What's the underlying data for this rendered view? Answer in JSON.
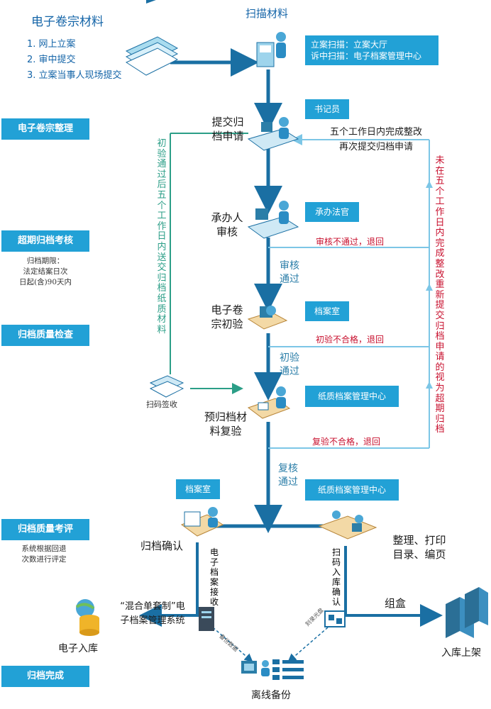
{
  "intro": {
    "title": "电子卷宗材料",
    "items": [
      "1. 网上立案",
      "2. 审中提交",
      "3. 立案当事人现场提交"
    ]
  },
  "scan": {
    "title": "扫描材料",
    "box_line1": "立案扫描：立案大厅",
    "box_line2": "诉中扫描：电子档案管理中心"
  },
  "stages": {
    "s1": "电子卷宗整理",
    "s2": "超期归档考核",
    "s2_note": [
      "归档期限：",
      "法定结案日次",
      "日起(含)90天内"
    ],
    "s3": "归档质量检查",
    "s4": "归档质量考评",
    "s4_note": [
      "系统根据回退",
      "次数进行评定"
    ],
    "s5": "归档完成"
  },
  "steps": {
    "submit": [
      "提交归",
      "档申请"
    ],
    "clerk": "书记员",
    "rework": [
      "五个工作日内完成整改",
      "再次提交归档申请"
    ],
    "judge_review": [
      "承办人",
      "审核"
    ],
    "judge": "承办法官",
    "review_fail": "审核不通过，退回",
    "review_pass": [
      "审核",
      "通过"
    ],
    "first_check": [
      "电子卷",
      "宗初验"
    ],
    "archive_room": "档案室",
    "first_fail": "初验不合格，退回",
    "first_pass": [
      "初验",
      "通过"
    ],
    "pre_archive": [
      "预归档材",
      "料复验"
    ],
    "paper_center": "纸质档案管理中心",
    "recheck_fail": "复验不合格，退回",
    "recheck_pass": [
      "复核",
      "通过"
    ],
    "confirm": "归档确认",
    "archive_room2": "档案室",
    "paper_center2": "纸质档案管理中心",
    "organize": [
      "整理、打印",
      "目录、编页"
    ]
  },
  "left_vertical": "初验通过后五个工作日内送交归档纸质材料",
  "scan_sign": "扫码签收",
  "right_vertical": "未在五个工作日内完成整改重新提交归档申请的视为超期归档",
  "bottom": {
    "system": [
      "“混合单套制”电",
      "子档案管理系统"
    ],
    "e_storage": "电子入库",
    "e_receive": "电子档案接收",
    "scan_confirm": "扫码入库确认",
    "boxing": "组盒",
    "shelf": "入库上架",
    "backup_data": "备份数据",
    "disc_label": "刻录光盘",
    "offline": "离线备份"
  },
  "colors": {
    "flow": "#1a6fa3",
    "box": "#22a1d6",
    "light": "#7cc6e6",
    "teal": "#2b9e87",
    "red": "#c8102e"
  }
}
